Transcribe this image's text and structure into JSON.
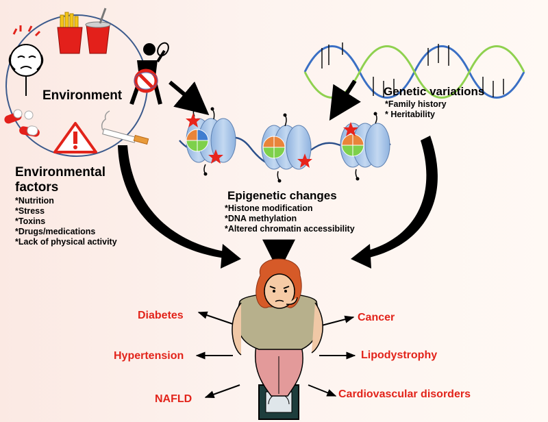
{
  "environment": {
    "label": "Environment"
  },
  "environmental_factors": {
    "title_line1": "Environmental",
    "title_line2": "factors",
    "items": [
      "*Nutrition",
      "*Stress",
      "*Toxins",
      "*Drugs/medications",
      "*Lack of physical activity"
    ]
  },
  "genetic_variations": {
    "title": "Genetic variations",
    "items": [
      "*Family history",
      "* Heritability"
    ]
  },
  "epigenetic_changes": {
    "title": "Epigenetic changes",
    "items": [
      "*Histone modification",
      "*DNA methylation",
      "*Altered chromatin accessibility"
    ]
  },
  "outcomes": {
    "left": [
      "Diabetes",
      "Hypertension",
      "NAFLD"
    ],
    "right": [
      "Cancer",
      "Lipodystrophy",
      "Cardiovascular disorders"
    ]
  },
  "colors": {
    "disease_text": "#e2231a",
    "dna_strand_a": "#3a6fc4",
    "dna_strand_b": "#8fd14f",
    "histone": "#a9c6ea",
    "methyl_mark": "#e8241c"
  }
}
